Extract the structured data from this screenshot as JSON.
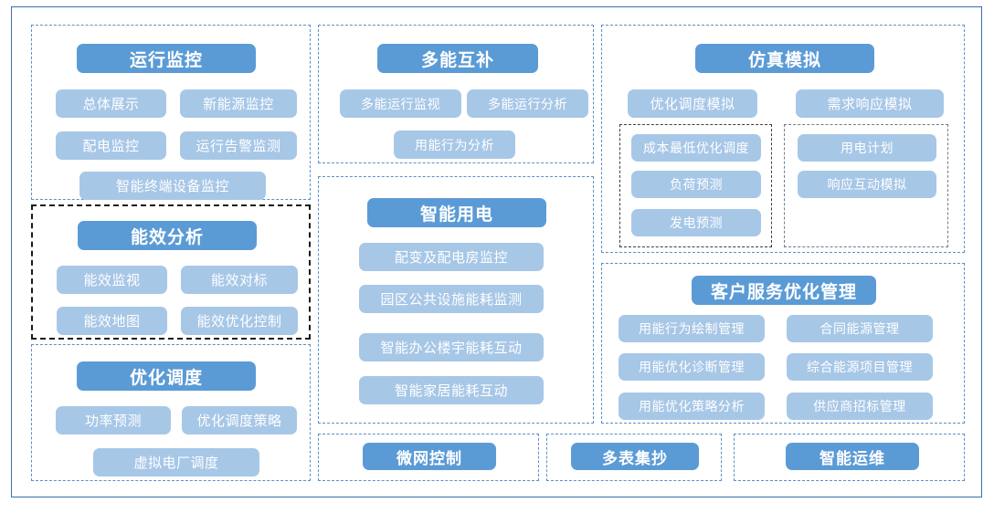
{
  "diagram": {
    "title_color": "#5B9BD5",
    "pill_color": "#A7C7E7",
    "frame_color": "#3A6FA8",
    "dash_color": "#5B8FC9"
  },
  "columns": {
    "left": {
      "groups": [
        {
          "name": "operation-monitoring",
          "title": "运行监控",
          "items": [
            "总体展示",
            "新能源监控",
            "配电监控",
            "运行告警监测",
            "智能终端设备监控"
          ]
        },
        {
          "name": "energy-efficiency-analysis",
          "title": "能效分析",
          "items": [
            "能效监视",
            "能效对标",
            "能效地图",
            "能效优化控制"
          ]
        },
        {
          "name": "optimal-dispatch",
          "title": "优化调度",
          "items": [
            "功率预测",
            "优化调度策略",
            "虚拟电厂调度"
          ]
        }
      ]
    },
    "middle": {
      "groups": [
        {
          "name": "multi-energy-complementarity",
          "title": "多能互补",
          "items": [
            "多能运行监视",
            "多能运行分析",
            "用能行为分析"
          ]
        },
        {
          "name": "smart-electricity-usage",
          "title": "智能用电",
          "items": [
            "配变及配电房监控",
            "园区公共设施能耗监测",
            "智能办公楼宇能耗互动",
            "智能家居能耗互动"
          ]
        }
      ]
    },
    "right": {
      "groups": [
        {
          "name": "simulation",
          "title": "仿真模拟",
          "items": [
            "优化调度模拟",
            "需求响应模拟"
          ],
          "subgroups": [
            {
              "name": "dispatch-simulation-subgroup",
              "items": [
                "成本最低优化调度",
                "负荷预测",
                "发电预测"
              ]
            },
            {
              "name": "demand-response-subgroup",
              "items": [
                "用电计划",
                "响应互动模拟"
              ]
            }
          ]
        },
        {
          "name": "customer-service-optimization",
          "title": "客户服务优化管理",
          "items_left": [
            "用能行为绘制管理",
            "用能优化诊断管理",
            "用能优化策略分析"
          ],
          "items_right": [
            "合同能源管理",
            "综合能源项目管理",
            "供应商招标管理"
          ]
        }
      ]
    }
  },
  "bottom": {
    "groups": [
      {
        "name": "microgrid-control",
        "title": "微网控制"
      },
      {
        "name": "multi-meter-reading",
        "title": "多表集抄"
      },
      {
        "name": "intelligent-operation-maintenance",
        "title": "智能运维"
      }
    ]
  }
}
